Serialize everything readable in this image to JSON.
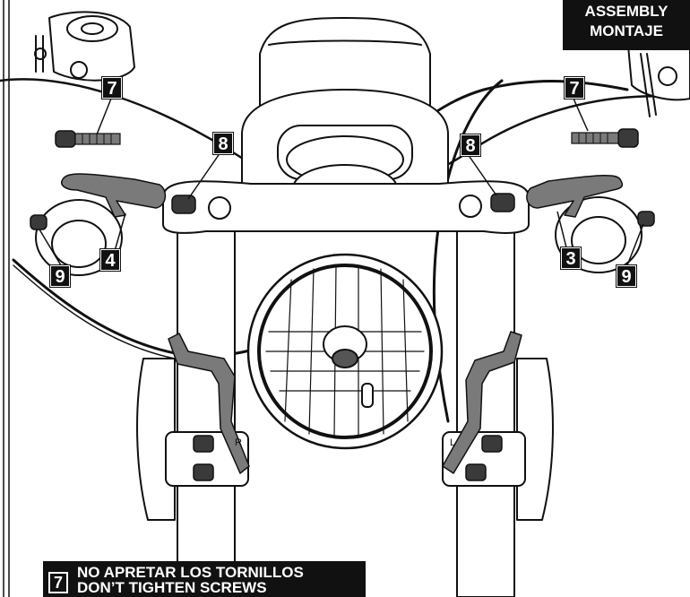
{
  "header": {
    "line1": "ASSEMBLY",
    "line2": "MONTAJE"
  },
  "callouts": [
    {
      "id": "7",
      "label": "7"
    },
    {
      "id": "8",
      "label": "8"
    },
    {
      "id": "9",
      "label": "9"
    },
    {
      "id": "4",
      "label": "4"
    },
    {
      "id": "3",
      "label": "3"
    }
  ],
  "bracket_marks": {
    "right": "R",
    "left": "L"
  },
  "note": {
    "number": "7",
    "line1": "NO APRETAR LOS TORNILLOS",
    "line2": "DON’T TIGHTEN SCREWS"
  },
  "colors": {
    "ink": "#111111",
    "part_gray": "#7a7a7a",
    "dark_part": "#3a3a3a",
    "paper": "#ffffff"
  }
}
